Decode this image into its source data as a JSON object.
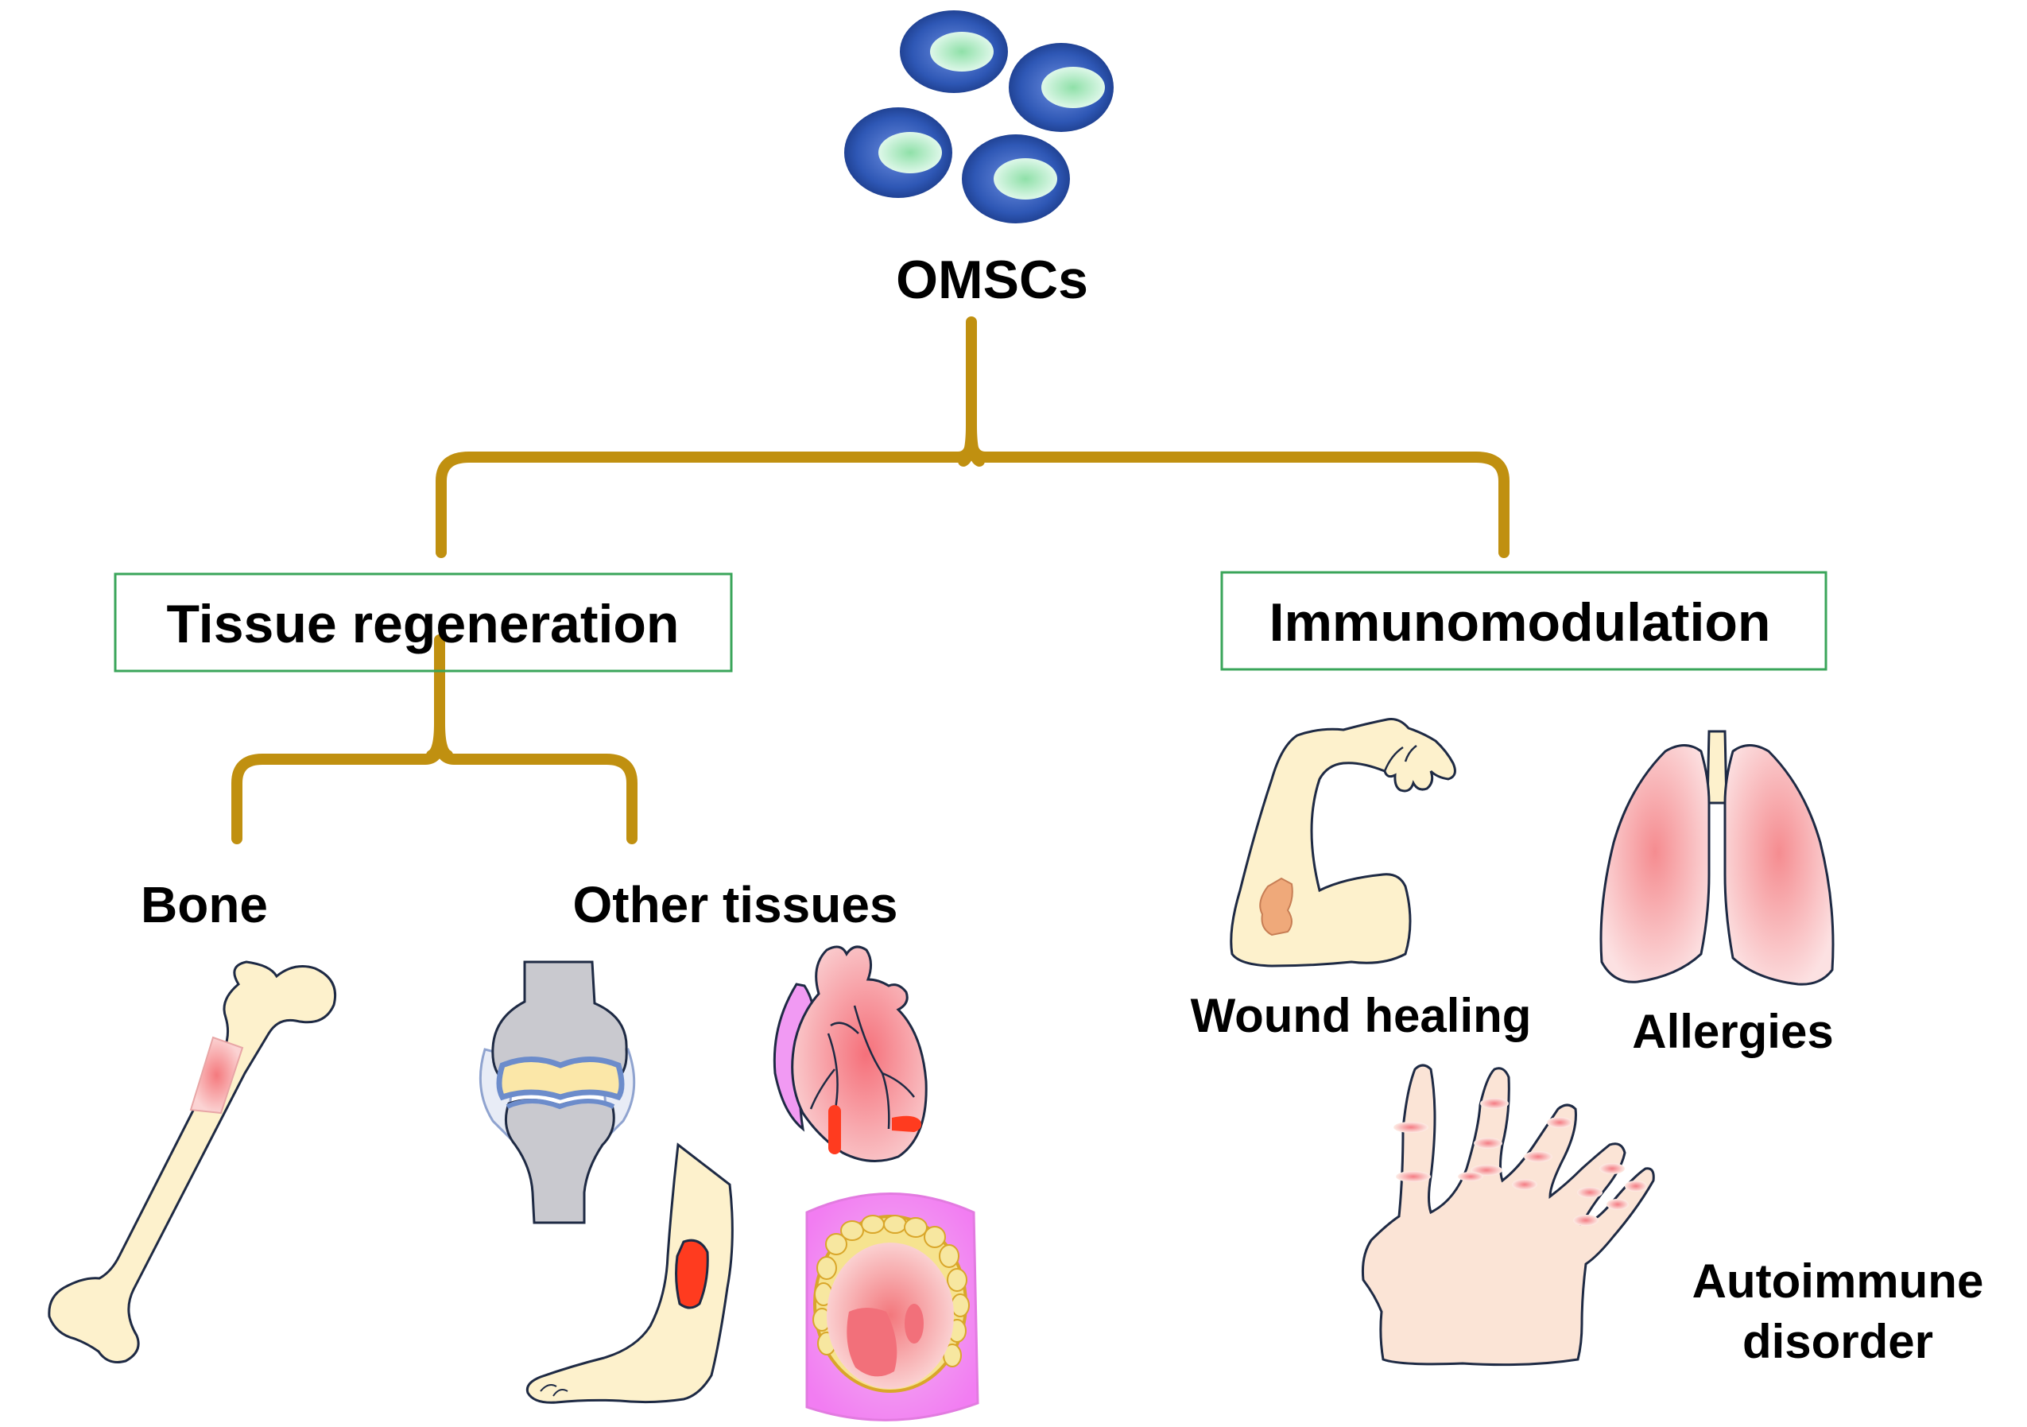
{
  "diagram": {
    "root": {
      "label": "OMSCs"
    },
    "branches": [
      {
        "label": "Tissue regeneration",
        "children": [
          {
            "label": "Bone"
          },
          {
            "label": "Other tissues"
          }
        ]
      },
      {
        "label": "Immunomodulation",
        "children": [
          {
            "label": "Wound healing"
          },
          {
            "label": "Allergies"
          },
          {
            "label": "Autoimmune",
            "label2": "disorder"
          }
        ]
      }
    ]
  },
  "colors": {
    "connector": "#C09010",
    "box_border": "#3AA55A",
    "cell_outer": "#2A50A8",
    "cell_nucleus": "#A8E6C0",
    "skin": "#FDF1CC",
    "tissue_red": "#FF3B1F",
    "lung": "#F6A3A6",
    "cartilage_blue": "#6C8CCB",
    "bone_grey": "#C9C9CF",
    "mouth_pink": "#F4A6F4"
  },
  "icons": [
    "cell-icon",
    "bone-icon",
    "knee-joint-icon",
    "heart-icon",
    "foot-icon",
    "mouth-icon",
    "arm-icon",
    "lungs-icon",
    "hand-icon"
  ]
}
